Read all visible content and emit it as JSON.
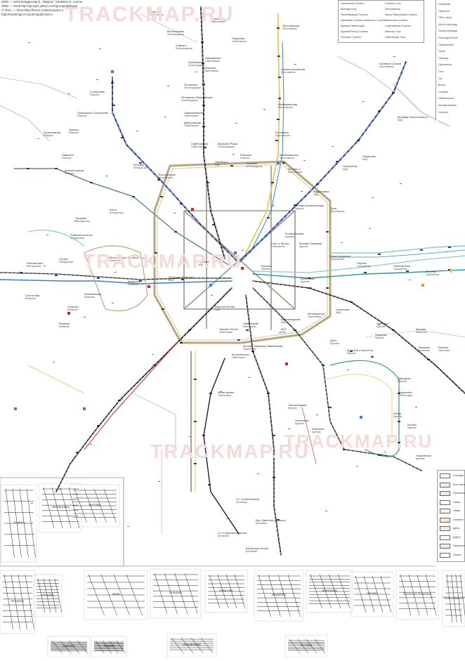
{
  "watermark": "TRACKMAP.RU",
  "credits": [
    "2000 — 2018 Владислав Е. Лавров / Vladislav E. Lavrov",
    "2000 — 2018 http://groups.yahoo.com/group/railtracks",
    "© 2011 — 2018 http://forum.rushtransport.ru",
    "http://trackmap.ru   trackmap@mail.ru"
  ],
  "legend_top_left": [
    "Кусковская Ступень",
    "Бригада Утру",
    "Раненбаумкая Ступень",
    "Казанская Ступень Казанских Ступень",
    "Курская Павелецкая",
    "Курская Ветка Ступень",
    "Рижская Ступень"
  ],
  "legend_top_right": [
    "Ступень Утрь",
    "Ярославская",
    "Оксиз Павелецкая Ступень",
    "Оксинская Ступень",
    "Савёловская Ступень",
    "Авиатор Утрь",
    "Павелецкая Утрь"
  ],
  "legend_right_items": [
    "Номерная",
    "Перегона",
    "Обсл. пункт",
    "Место разъезда",
    "Склад перевода",
    "Разъездной путь",
    "Пересечение",
    "Тупик",
    "Переход",
    "Скрещение",
    "Пост",
    "ЭЦ",
    "Ветка",
    "Станция",
    "Пересечения",
    "Автоматизация",
    "Стрелка"
  ],
  "legend_bottom_items": [
    "Станция",
    "Юго-Запад",
    "Окончание",
    "Связь",
    "Связь",
    "Ответвл.",
    "Депо",
    "БДНП",
    "Пересечения",
    "Посты"
  ],
  "station_labels": [
    {
      "id": "s1",
      "text": "Ярославская",
      "sub": "Ярославская"
    },
    {
      "id": "s2",
      "text": "Лосиноостровская",
      "sub": "Ярославская"
    },
    {
      "id": "s3",
      "text": "Белокаменная",
      "sub": "Ярославская"
    },
    {
      "id": "s4",
      "text": "Ростокино",
      "sub": "Ярославская"
    },
    {
      "id": "s5",
      "text": "Маленковская",
      "sub": "Ярославская"
    },
    {
      "id": "s6",
      "text": "Москва-3",
      "sub": "Ярославская"
    },
    {
      "id": "s7",
      "text": "Моссельмаш",
      "sub": "Ленинградская"
    },
    {
      "id": "s8",
      "text": "Ховрино",
      "sub": "Ленинградская"
    },
    {
      "id": "s9",
      "text": "Грачёвская",
      "sub": "Ленинградская"
    },
    {
      "id": "s10",
      "text": "Останкино",
      "sub": "Ленинградская"
    },
    {
      "id": "s11",
      "text": "Петровско-Разумовская",
      "sub": "Ленинградская"
    },
    {
      "id": "s12",
      "text": "Окружная",
      "sub": "Савёловская"
    },
    {
      "id": "s13",
      "text": "Дегунино",
      "sub": "Савёловская"
    },
    {
      "id": "s14",
      "text": "Тимирязевская",
      "sub": "Савёловская"
    },
    {
      "id": "s15",
      "text": "Дмитровская",
      "sub": "Савёловская"
    },
    {
      "id": "s16",
      "text": "Савёловская",
      "sub": "Савёловская"
    },
    {
      "id": "s17",
      "text": "Марьина Роща",
      "sub": "Ленинградская"
    },
    {
      "id": "s18",
      "text": "Рижская",
      "sub": "Рижская"
    },
    {
      "id": "s19",
      "text": "Рижская",
      "sub": "Ленинградская"
    },
    {
      "id": "s20",
      "text": "Новодачная",
      "sub": "Савёловская"
    },
    {
      "id": "s21",
      "text": "Лихоборы",
      "sub": "МЦК"
    },
    {
      "id": "s22",
      "text": "Лианозово",
      "sub": "Савёловская"
    },
    {
      "id": "s23",
      "text": "Водники",
      "sub": "Савёловская"
    },
    {
      "id": "s24",
      "text": "Стрешнево",
      "sub": "Рижская"
    },
    {
      "id": "s25",
      "text": "Покровское-Стрешнево",
      "sub": "Рижская"
    },
    {
      "id": "s26",
      "text": "Тушино",
      "sub": "Рижская"
    },
    {
      "id": "s27",
      "text": "Трикотажная",
      "sub": "Рижская"
    },
    {
      "id": "s28",
      "text": "Павшино",
      "sub": "Рижская"
    },
    {
      "id": "s29",
      "text": "Красногорская",
      "sub": "Рижская"
    },
    {
      "id": "s30",
      "text": "Беговая",
      "sub": "Белорусская"
    },
    {
      "id": "s31",
      "text": "Белорусская",
      "sub": "Белорусская"
    },
    {
      "id": "s32",
      "text": "Фили",
      "sub": "Белорусская"
    },
    {
      "id": "s33",
      "text": "Кунцево",
      "sub": "Белорусская"
    },
    {
      "id": "s34",
      "text": "Рабочий посёлок",
      "sub": "Белорусская"
    },
    {
      "id": "s35",
      "text": "Сетунь",
      "sub": "Белорусская"
    },
    {
      "id": "s36",
      "text": "Немчиновка",
      "sub": "Белорусская"
    },
    {
      "id": "s37",
      "text": "Москва-Сорт.-Киевская",
      "sub": "Киевская"
    },
    {
      "id": "s38",
      "text": "Киевская",
      "sub": "Киевская"
    },
    {
      "id": "s39",
      "text": "Матвеевская",
      "sub": "Киевская"
    },
    {
      "id": "s40",
      "text": "Очаково",
      "sub": "Киевская"
    },
    {
      "id": "s41",
      "text": "Солнечная",
      "sub": "Киевская"
    },
    {
      "id": "s42",
      "text": "Внуково",
      "sub": "Киевская"
    },
    {
      "id": "s43",
      "text": "Лужники",
      "sub": "МЦК"
    },
    {
      "id": "s44",
      "text": "Площадь Гагарина",
      "sub": "МЦК"
    },
    {
      "id": "s45",
      "text": "Верхние Котлы",
      "sub": "МЦК"
    },
    {
      "id": "s46",
      "text": "Нижние Котлы",
      "sub": "Павелецкая"
    },
    {
      "id": "s47",
      "text": "Павелецкая",
      "sub": "Павелецкая"
    },
    {
      "id": "s48",
      "text": "Москва-Товарная-Павелецкая",
      "sub": "Павелецкая"
    },
    {
      "id": "s49",
      "text": "Курская",
      "sub": "Курская"
    },
    {
      "id": "s50",
      "text": "Серп и Молот",
      "sub": "Горьковская"
    },
    {
      "id": "s51",
      "text": "Москва-Товарная",
      "sub": "Курская"
    },
    {
      "id": "s52",
      "text": "Калитники",
      "sub": "Курская"
    },
    {
      "id": "s53",
      "text": "Нижегородская",
      "sub": "Горьковская"
    },
    {
      "id": "s54",
      "text": "Перово",
      "sub": "Горьковская"
    },
    {
      "id": "s55",
      "text": "Новогиреево",
      "sub": "Горьковская"
    },
    {
      "id": "s56",
      "text": "Реутово",
      "sub": "Горьковская"
    },
    {
      "id": "s57",
      "text": "Люблино",
      "sub": "Курская"
    },
    {
      "id": "s58",
      "text": "Перерва",
      "sub": "Курская"
    },
    {
      "id": "s59",
      "text": "Депо",
      "sub": "Курская"
    },
    {
      "id": "s60",
      "text": "Москворечье",
      "sub": "Павелецкая"
    },
    {
      "id": "s61",
      "text": "Царицыно",
      "sub": "Курская"
    },
    {
      "id": "s62",
      "text": "Бирюлёво",
      "sub": "Павелецкая"
    },
    {
      "id": "s63",
      "text": "Кусково",
      "sub": "Казанская"
    },
    {
      "id": "s64",
      "text": "Вешняки",
      "sub": "Казанская"
    },
    {
      "id": "s65",
      "text": "Выхино",
      "sub": "Казанская"
    },
    {
      "id": "s66",
      "text": "Андроновка",
      "sub": "МЦК"
    },
    {
      "id": "s67",
      "text": "Локомотив",
      "sub": "МЦК"
    },
    {
      "id": "s68",
      "text": "Черкизово",
      "sub": "МЦК"
    },
    {
      "id": "s69",
      "text": "Бульвар Рокоссовского",
      "sub": "МЦК"
    },
    {
      "id": "s70",
      "text": "Лосиный Остров",
      "sub": "Ярославская"
    },
    {
      "id": "s71",
      "text": "Яуза",
      "sub": "Ярославская"
    },
    {
      "id": "s72",
      "text": "Каланчёвская",
      "sub": "Курская"
    },
    {
      "id": "s73",
      "text": "Москва-Каланчёвская",
      "sub": "Курская"
    },
    {
      "id": "s74",
      "text": "Угрешская",
      "sub": "МЦК"
    },
    {
      "id": "s75",
      "text": "Автозаводская",
      "sub": "МЦК"
    },
    {
      "id": "s76",
      "text": "ЗИЛ",
      "sub": "МЦК"
    },
    {
      "id": "s77",
      "text": "Коломенская",
      "sub": "Павелецкая"
    },
    {
      "id": "s78",
      "text": "Канатчиково",
      "sub": "Павелецкая"
    },
    {
      "id": "s79",
      "text": "Красный Строитель",
      "sub": "Курская"
    },
    {
      "id": "s80",
      "text": "Текстильщики",
      "sub": "Курская"
    },
    {
      "id": "s81",
      "text": "Печатники",
      "sub": "Курская"
    },
    {
      "id": "s82",
      "text": "Кожухово",
      "sub": "Курская"
    },
    {
      "id": "s83",
      "text": "Битца",
      "sub": "Курская"
    },
    {
      "id": "s84",
      "text": "Бутово",
      "sub": "Курская"
    },
    {
      "id": "s85",
      "text": "Покровская",
      "sub": "Курская"
    },
    {
      "id": "s86",
      "text": "Ул. Старокачаловская",
      "sub": "Бутовская"
    },
    {
      "id": "s87",
      "text": "Бул. Дмитрия Донского",
      "sub": "Бутовская"
    },
    {
      "id": "s88",
      "text": "Бунинская аллея",
      "sub": "Бутовская"
    },
    {
      "id": "s89",
      "text": "Ул. Скобелевская",
      "sub": "Бутовская"
    }
  ],
  "inset_titles": [
    "ТУШИНО",
    "НЕМЧИНОВКА",
    "РЕУТОВО",
    "ЛЮБЛИНО",
    "КУСКОВО",
    "ФИЛИ",
    "КУНЦЕВО",
    "БЕКАСОВО",
    "ЛИХОБОРЫ",
    "ЛИАНОЗОВО",
    "ПЕРОВО",
    "ЛОСИНООСТРОВСКАЯ",
    "ЛЕНИНГРАДСКАЯ",
    "ХОВРИНО"
  ],
  "colors": {
    "ring": "#b7a77f",
    "ring_inner": "#a89c7a",
    "yaroslavl": "#1c3a8a",
    "blue_line": "#3a7fd6",
    "light_blue": "#8ac7e2",
    "teal": "#2a9aa0",
    "yellow": "#e3c85e",
    "red": "#d2231f",
    "green": "#3e9b45",
    "black": "#111111",
    "grey": "#9a9a9a",
    "pink": "#e88fb7",
    "orange": "#e59b3a",
    "purple": "#8b5cc3",
    "watermark": "#f6d9d9"
  }
}
